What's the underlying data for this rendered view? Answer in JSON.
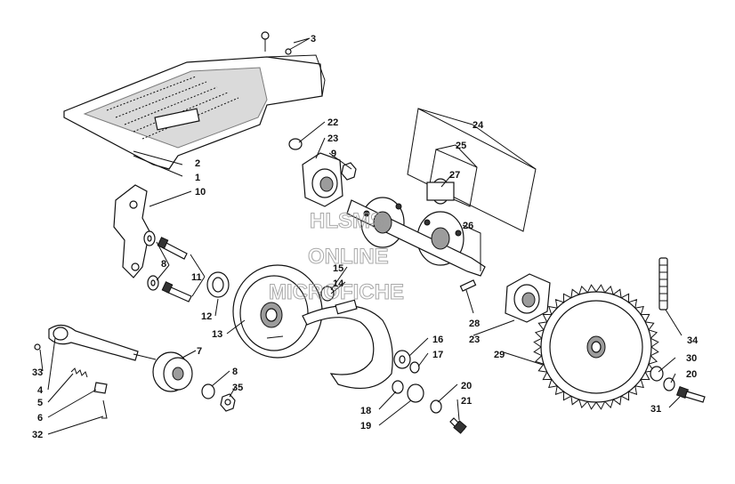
{
  "watermark": [
    "HLSMS",
    "ONLINE",
    "MICROFICHE"
  ],
  "callouts": {
    "c1": "1",
    "c2": "2",
    "c3": "3",
    "c4": "4",
    "c5": "5",
    "c6": "6",
    "c7": "7",
    "c8a": "8",
    "c8b": "8",
    "c9": "9",
    "c10": "10",
    "c11": "11",
    "c12": "12",
    "c13": "13",
    "c14": "14",
    "c15": "15",
    "c16": "16",
    "c17": "17",
    "c18": "18",
    "c19": "19",
    "c20a": "20",
    "c20b": "20",
    "c21": "21",
    "c22": "22",
    "c23a": "23",
    "c23b": "23",
    "c24": "24",
    "c25": "25",
    "c26": "26",
    "c27": "27",
    "c28": "28",
    "c29": "29",
    "c30": "30",
    "c31": "31",
    "c32": "32",
    "c33": "33",
    "c34": "34",
    "c35": "35"
  }
}
